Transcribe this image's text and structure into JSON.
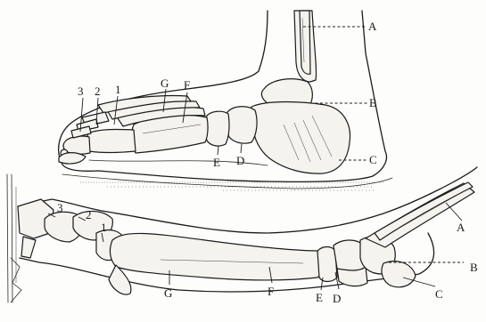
{
  "labels": {
    "human": {
      "A": "A",
      "B": "B",
      "C": "C",
      "D": "D",
      "E": "E",
      "F": "F",
      "G": "G",
      "d1": "1",
      "d2": "2",
      "d3": "3"
    },
    "horse": {
      "A": "A",
      "B": "B",
      "C": "C",
      "D": "D",
      "E": "E",
      "F": "F",
      "G": "G",
      "d1": "1",
      "d2": "2",
      "d3": "3"
    }
  }
}
